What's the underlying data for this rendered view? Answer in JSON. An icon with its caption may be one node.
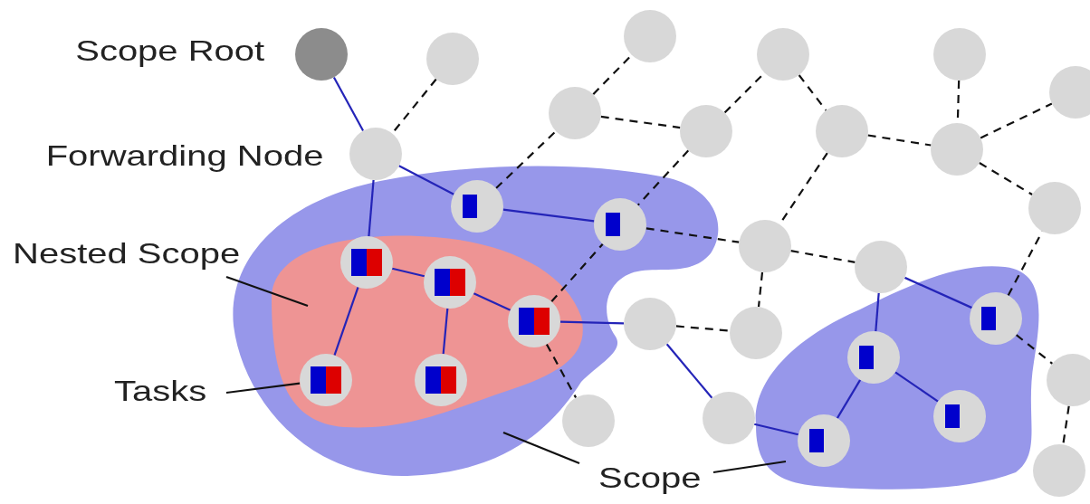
{
  "diagram": {
    "nodes": [
      {
        "text": [],
        "shape": "circle",
        "beside": [
          "Scope Root"
        ]
      },
      {
        "text": [],
        "shape": "circle"
      },
      {
        "text": [],
        "shape": "circle"
      },
      {
        "text": [],
        "shape": "circle"
      },
      {
        "text": [],
        "shape": "circle"
      },
      {
        "text": [],
        "shape": "circle"
      },
      {
        "text": [],
        "shape": "circle"
      },
      {
        "text": [],
        "shape": "circle"
      },
      {
        "text": [],
        "shape": "circle"
      },
      {
        "text": [],
        "shape": "circle",
        "beside": [
          "Forwarding Node"
        ]
      },
      {
        "text": [],
        "shape": "circle"
      },
      {
        "text": [],
        "shape": "blob"
      },
      {
        "text": [],
        "shape": "circle",
        "in": 11
      },
      {
        "text": [],
        "shape": "circle",
        "in": 11
      },
      {
        "text": [],
        "shape": "circle"
      },
      {
        "text": [],
        "shape": "circle"
      },
      {
        "text": [],
        "shape": "circle"
      },
      {
        "text": [],
        "shape": "blob",
        "in": 11
      },
      {
        "text": [],
        "shape": "circle",
        "in": 17
      },
      {
        "text": [],
        "shape": "circle",
        "in": 17
      },
      {
        "text": [],
        "shape": "circle",
        "in": 17
      },
      {
        "text": [],
        "shape": "circle"
      },
      {
        "text": [],
        "shape": "circle"
      },
      {
        "text": [],
        "shape": "blob"
      },
      {
        "text": [],
        "shape": "circle",
        "in": 23
      },
      {
        "text": [],
        "shape": "circle",
        "in": 23
      },
      {
        "text": [],
        "shape": "circle",
        "in": 23
      },
      {
        "text": [],
        "shape": "circle",
        "in": 23
      },
      {
        "text": [],
        "shape": "circle",
        "in": 17
      },
      {
        "text": [],
        "shape": "circle",
        "in": 17
      },
      {
        "text": [],
        "shape": "circle"
      },
      {
        "text": [],
        "shape": "circle"
      },
      {
        "text": [],
        "shape": "circle"
      },
      {
        "text": [],
        "shape": "circle"
      },
      {
        "text": [
          "Nested Scope"
        ]
      },
      {
        "text": [
          "Tasks"
        ]
      },
      {
        "text": [
          "Scope"
        ]
      }
    ],
    "edges": [
      {
        "from": 0,
        "to": 9,
        "arrow": "none",
        "color": "#2424b8"
      },
      {
        "from": 1,
        "to": 9,
        "arrow": "none",
        "style": "dashed"
      },
      {
        "from": 9,
        "to": 12,
        "arrow": "none",
        "color": "#2424b8"
      },
      {
        "from": 9,
        "to": 18,
        "arrow": "none",
        "color": "#2424b8"
      },
      {
        "from": 12,
        "to": 6,
        "arrow": "none",
        "style": "dashed"
      },
      {
        "from": 6,
        "to": 2,
        "arrow": "none",
        "style": "dashed"
      },
      {
        "from": 6,
        "to": 7,
        "arrow": "none",
        "style": "dashed"
      },
      {
        "from": 7,
        "to": 3,
        "arrow": "none",
        "style": "dashed"
      },
      {
        "from": 3,
        "to": 8,
        "arrow": "none",
        "style": "dashed"
      },
      {
        "from": 8,
        "to": 10,
        "arrow": "none",
        "style": "dashed"
      },
      {
        "from": 4,
        "to": 10,
        "arrow": "none",
        "style": "dashed"
      },
      {
        "from": 10,
        "to": 5,
        "arrow": "none",
        "style": "dashed"
      },
      {
        "from": 10,
        "to": 14,
        "arrow": "none",
        "style": "dashed"
      },
      {
        "from": 7,
        "to": 13,
        "arrow": "none",
        "style": "dashed"
      },
      {
        "from": 8,
        "to": 15,
        "arrow": "none",
        "style": "dashed"
      },
      {
        "from": 13,
        "to": 15,
        "arrow": "none",
        "style": "dashed"
      },
      {
        "from": 15,
        "to": 16,
        "arrow": "none",
        "style": "dashed"
      },
      {
        "from": 15,
        "to": 22,
        "arrow": "none",
        "style": "dashed"
      },
      {
        "from": 21,
        "to": 22,
        "arrow": "none",
        "style": "dashed"
      },
      {
        "from": 16,
        "to": 25,
        "arrow": "none",
        "color": "#2424b8"
      },
      {
        "from": 16,
        "to": 24,
        "arrow": "none",
        "color": "#2424b8"
      },
      {
        "from": 24,
        "to": 14,
        "arrow": "none",
        "style": "dashed"
      },
      {
        "from": 24,
        "to": 32,
        "arrow": "none",
        "style": "dashed"
      },
      {
        "from": 32,
        "to": 33,
        "arrow": "none",
        "style": "dashed"
      },
      {
        "from": 20,
        "to": 21,
        "arrow": "none",
        "color": "#2424b8"
      },
      {
        "from": 20,
        "to": 13,
        "arrow": "none",
        "style": "dashed"
      },
      {
        "from": 20,
        "to": 30,
        "arrow": "none",
        "style": "dashed"
      },
      {
        "from": 21,
        "to": 31,
        "arrow": "none",
        "color": "#2424b8"
      },
      {
        "from": 31,
        "to": 27,
        "arrow": "none",
        "color": "#2424b8"
      },
      {
        "from": 27,
        "to": 25,
        "arrow": "none",
        "color": "#2424b8"
      },
      {
        "from": 25,
        "to": 26,
        "arrow": "none",
        "color": "#2424b8"
      },
      {
        "from": 12,
        "to": 13,
        "arrow": "none",
        "color": "#2424b8"
      },
      {
        "from": 18,
        "to": 19,
        "arrow": "none",
        "color": "#2424b8"
      },
      {
        "from": 19,
        "to": 20,
        "arrow": "none",
        "color": "#2424b8"
      },
      {
        "from": 18,
        "to": 28,
        "arrow": "none",
        "color": "#2424b8"
      },
      {
        "from": 19,
        "to": 29,
        "arrow": "none",
        "color": "#2424b8"
      },
      {
        "from": 34,
        "to": 17,
        "arrow": "none"
      },
      {
        "from": 35,
        "to": 28,
        "arrow": "none"
      },
      {
        "from": 36,
        "to": 11,
        "arrow": "none"
      },
      {
        "from": 36,
        "to": 23,
        "arrow": "none"
      }
    ]
  }
}
